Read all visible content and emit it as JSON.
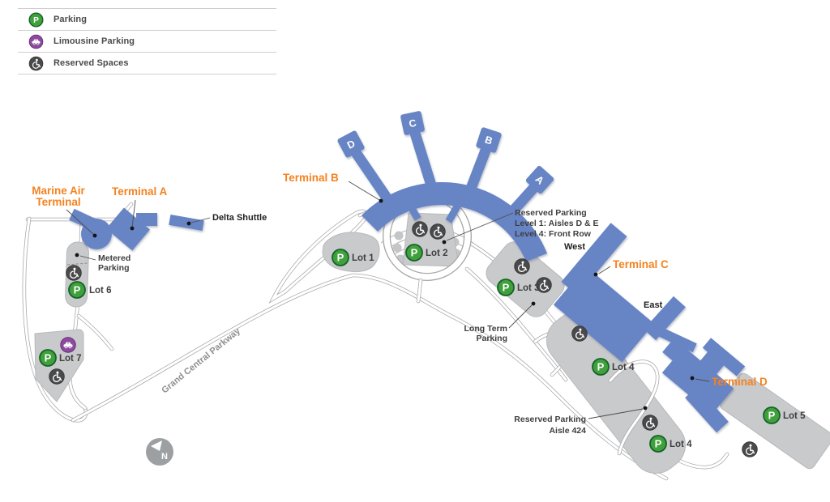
{
  "legend": {
    "items": [
      {
        "icon": "parking-icon",
        "label": "Parking"
      },
      {
        "icon": "limousine-icon",
        "label": "Limousine Parking"
      },
      {
        "icon": "reserved-icon",
        "label": "Reserved Spaces"
      }
    ]
  },
  "terminals": {
    "marine_air": {
      "label_line1": "Marine Air",
      "label_line2": "Terminal"
    },
    "a": {
      "label": "Terminal A"
    },
    "b": {
      "label": "Terminal B",
      "piers": [
        "D",
        "C",
        "B",
        "A"
      ]
    },
    "c": {
      "label": "Terminal C",
      "west": "West",
      "east": "East"
    },
    "d": {
      "label": "Terminal D"
    },
    "delta_shuttle": "Delta Shuttle"
  },
  "parking": {
    "p_glyph": "P",
    "lot1": "Lot 1",
    "lot2": "Lot 2",
    "lot3": "Lot 3",
    "lot4": "Lot 4",
    "lot5": "Lot 5",
    "lot6": "Lot 6",
    "lot7": "Lot 7",
    "metered": [
      "Metered",
      "Parking"
    ],
    "long_term": [
      "Long Term",
      "Parking"
    ],
    "reserved_terminal_b": [
      "Reserved Parking",
      "Level 1: Aisles D & E",
      "Level 4: Front Row"
    ],
    "reserved_aisle_424": [
      "Reserved Parking",
      "Aisle 424"
    ]
  },
  "roads": {
    "grand_central_parkway": "Grand Central Parkway"
  },
  "compass": {
    "north": "N"
  },
  "colors": {
    "terminal_blue": "#6784c5",
    "lot_gray": "#c8cacc",
    "accent_orange": "#f5821f",
    "parking_green": "#3fa03c",
    "limo_purple": "#8d4a9e",
    "reserved_gray": "#4a4a4b"
  }
}
